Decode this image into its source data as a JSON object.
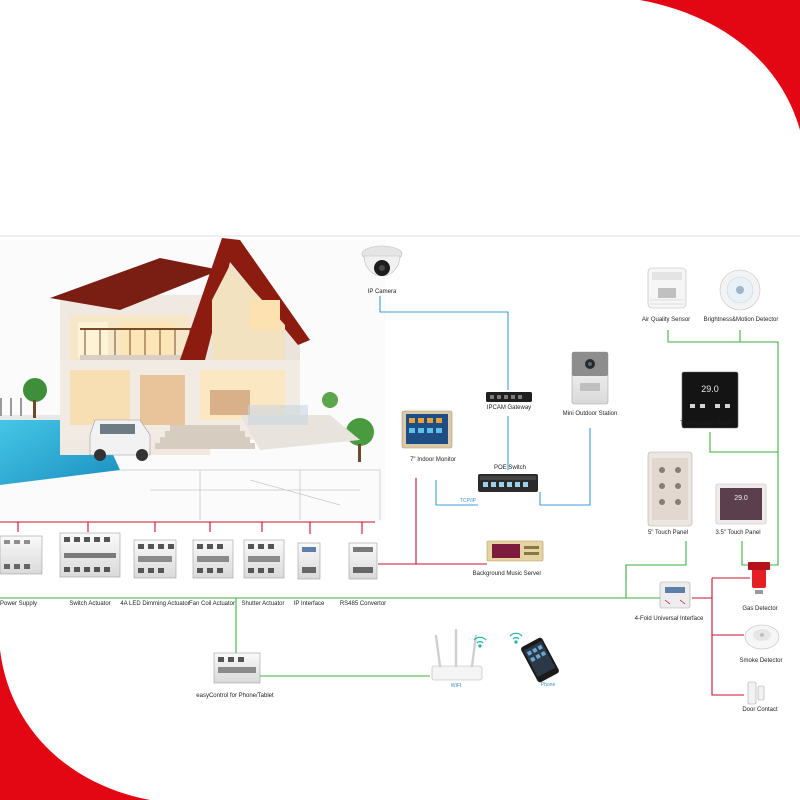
{
  "colors": {
    "accent_red": "#e30613",
    "bus_green": "#3cb043",
    "network_blue": "#3aa0d8",
    "wire_red": "#c8102e"
  },
  "labels": {
    "ip_camera": "IP Camera",
    "ipcam_gateway": "IPCAM Gateway",
    "mini_outdoor_station": "Mini Outdoor Station",
    "indoor_monitor": "7\" Indoor Monitor",
    "poe_switch": "POE Switch",
    "tcp_ip": "TCP/IP",
    "air_quality_sensor": "Air Quality Sensor",
    "brightness_motion_detector": "Brightness&Motion Detector",
    "thermostatic_panel": "Thermostatic Panel",
    "touch_panel_5": "5\" Touch Panel",
    "touch_panel_35": "3.5\" Touch Panel",
    "background_music_server": "Background Music Server",
    "power_supply": "Power Supply",
    "switch_actuator": "Switch Actuator",
    "led_dimming_actuator": "4A LED Dimming Actuator",
    "fan_coil_actuator": "Fan Coil Actuator",
    "shutter_actuator": "Shutter Actuator",
    "ip_interface": "IP Interface",
    "rs485_convertor": "RS485 Convertor",
    "universal_interface": "4-Fold Universal Interface",
    "gas_detector": "Gas Detector",
    "smoke_detector": "Smoke Detector",
    "door_contact": "Door Contact",
    "easycontrol": "easyControl for Phone/Tablet",
    "wifi": "WIFI",
    "phone": "Phone",
    "thermo_display": "29.0"
  }
}
